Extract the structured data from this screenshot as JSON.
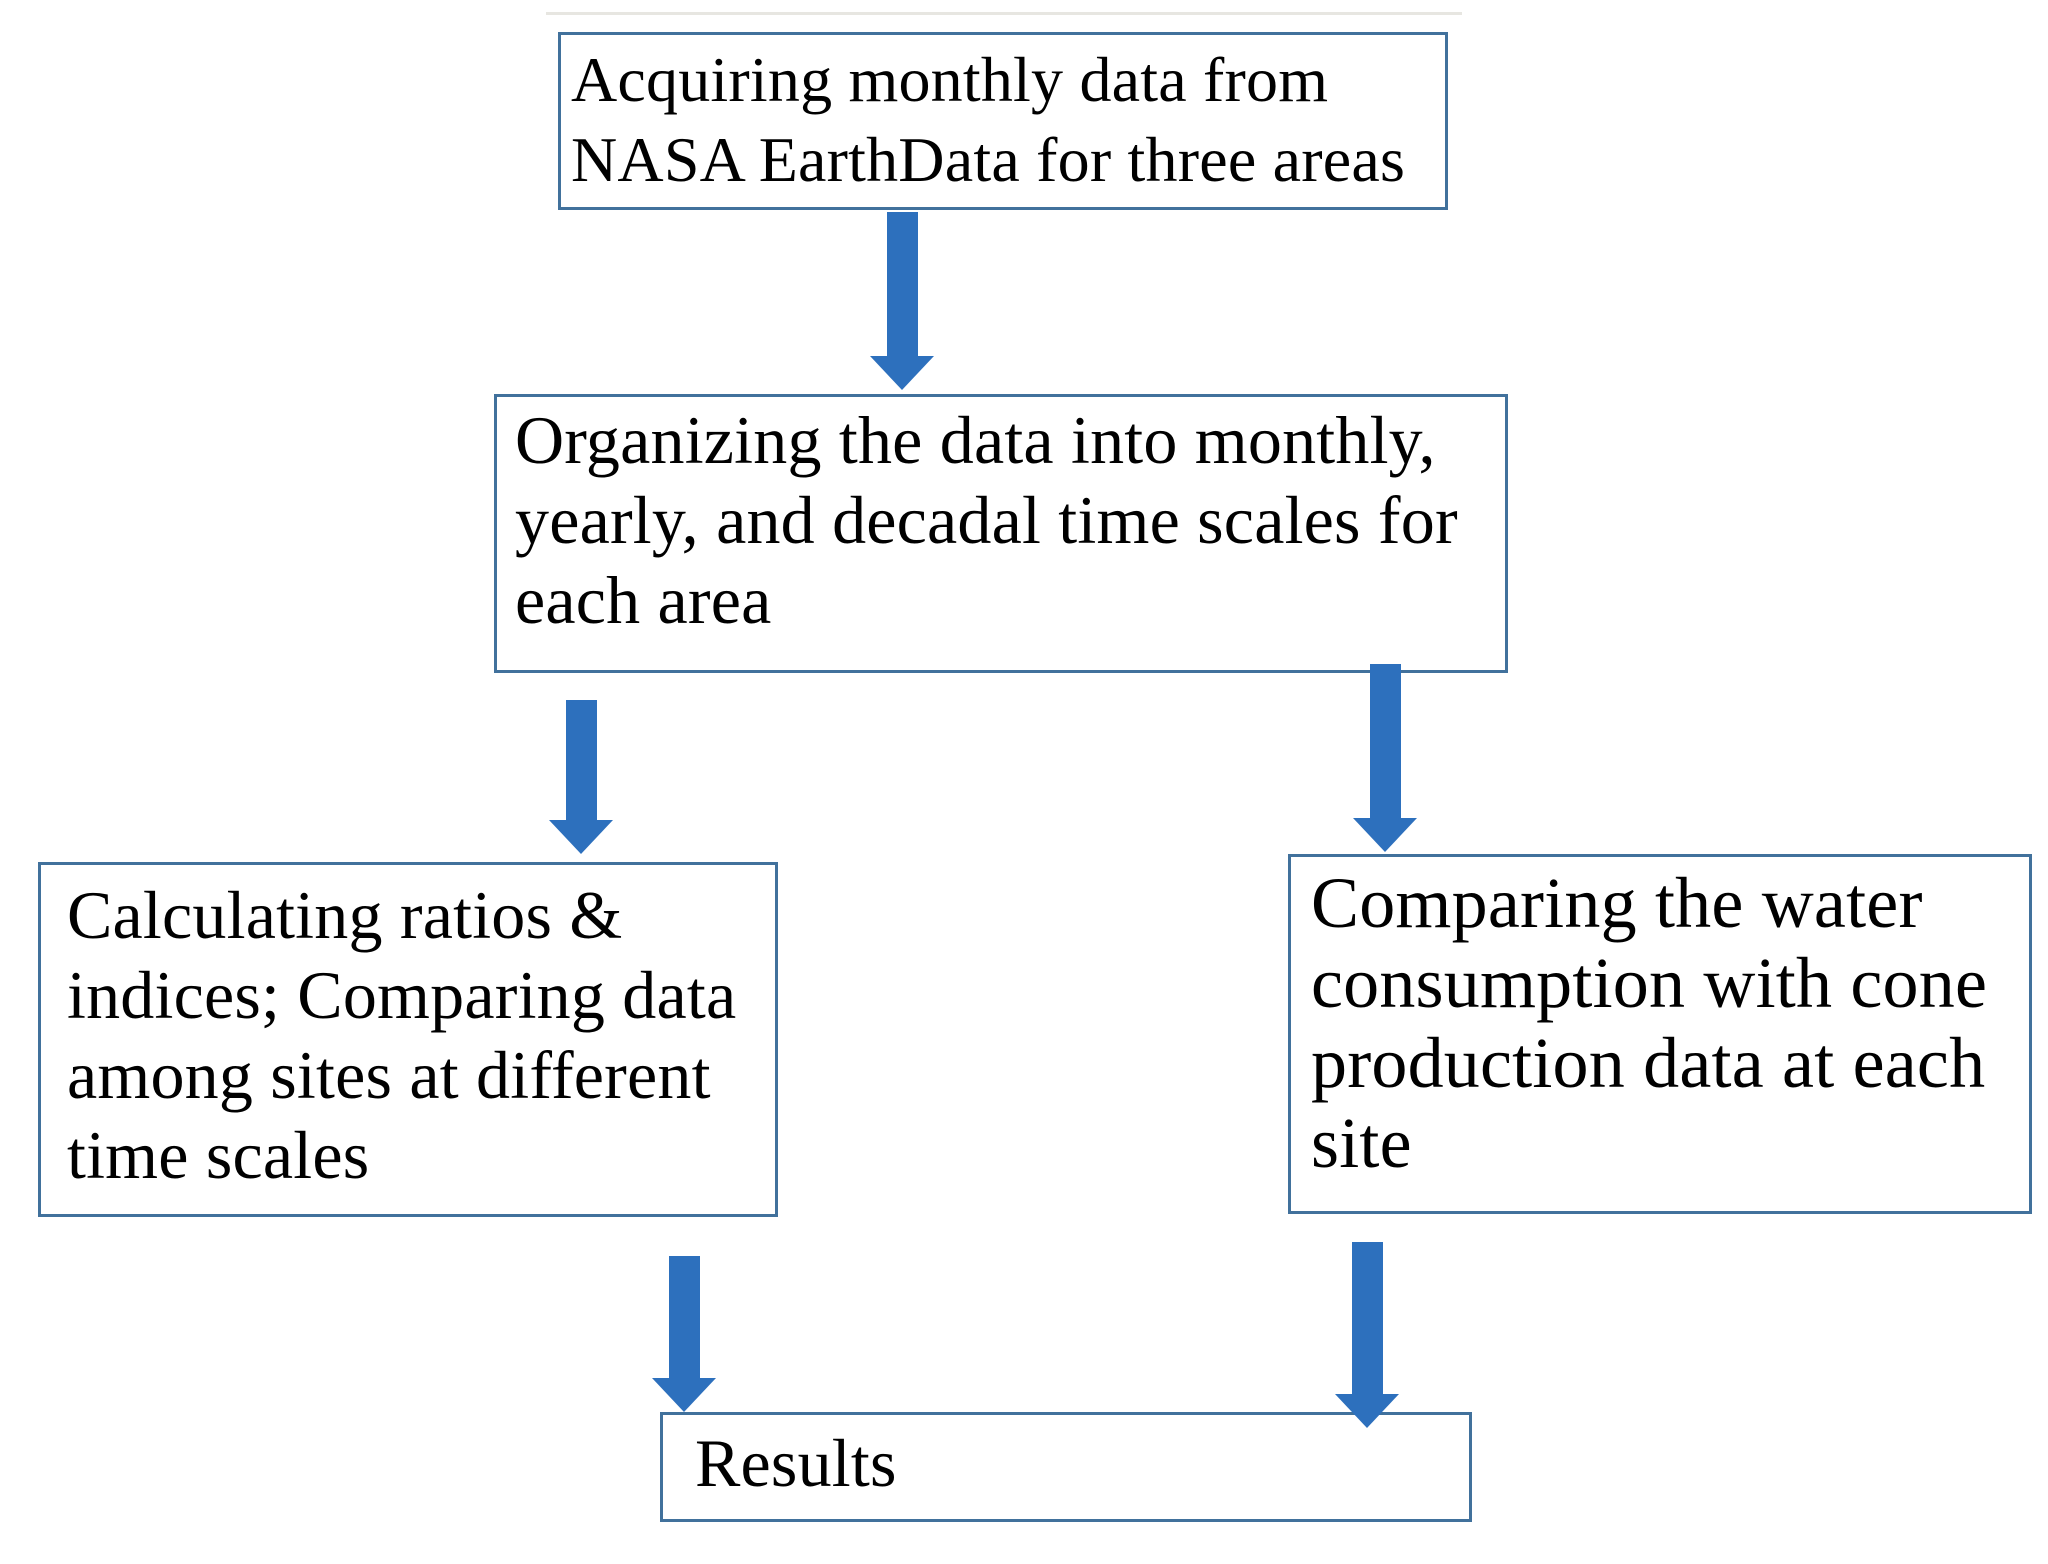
{
  "diagram": {
    "type": "flowchart",
    "nodes": [
      {
        "id": "acquire",
        "label": "Acquiring monthly data from\nNASA EarthData for three areas"
      },
      {
        "id": "organize",
        "label": "Organizing the data into monthly,\nyearly, and decadal time scales for\neach area"
      },
      {
        "id": "calculate",
        "label": "Calculating ratios &\nindices; Comparing data\namong sites at different\ntime scales"
      },
      {
        "id": "compare",
        "label": "Comparing the water\nconsumption with cone\nproduction data at each\nsite"
      },
      {
        "id": "results",
        "label": "Results"
      }
    ],
    "edges": [
      {
        "from": "acquire",
        "to": "organize"
      },
      {
        "from": "organize",
        "to": "calculate"
      },
      {
        "from": "organize",
        "to": "compare"
      },
      {
        "from": "calculate",
        "to": "results"
      },
      {
        "from": "compare",
        "to": "results"
      }
    ]
  },
  "colors": {
    "arrow": "#2d70bd",
    "box_border": "#41719c",
    "text": "#000000",
    "background": "#ffffff"
  }
}
